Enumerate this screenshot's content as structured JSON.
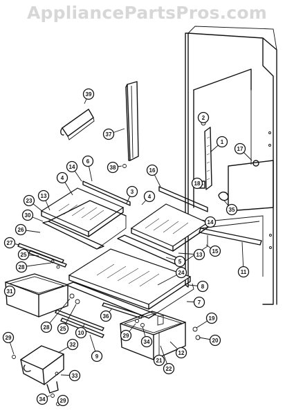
{
  "watermark": "AppliancePartsPros.com",
  "callouts": [
    {
      "n": "39"
    },
    {
      "n": "37"
    },
    {
      "n": "38"
    },
    {
      "n": "6"
    },
    {
      "n": "14"
    },
    {
      "n": "4"
    },
    {
      "n": "3"
    },
    {
      "n": "13"
    },
    {
      "n": "23"
    },
    {
      "n": "30"
    },
    {
      "n": "26"
    },
    {
      "n": "27"
    },
    {
      "n": "25"
    },
    {
      "n": "28"
    },
    {
      "n": "16"
    },
    {
      "n": "4"
    },
    {
      "n": "14"
    },
    {
      "n": "13"
    },
    {
      "n": "15"
    },
    {
      "n": "5"
    },
    {
      "n": "11"
    },
    {
      "n": "17"
    },
    {
      "n": "2"
    },
    {
      "n": "1"
    },
    {
      "n": "18"
    },
    {
      "n": "35"
    },
    {
      "n": "24"
    },
    {
      "n": "8"
    },
    {
      "n": "7"
    },
    {
      "n": "36"
    },
    {
      "n": "31"
    },
    {
      "n": "28"
    },
    {
      "n": "25"
    },
    {
      "n": "10"
    },
    {
      "n": "9"
    },
    {
      "n": "29"
    },
    {
      "n": "34"
    },
    {
      "n": "21"
    },
    {
      "n": "22"
    },
    {
      "n": "12"
    },
    {
      "n": "19"
    },
    {
      "n": "20"
    },
    {
      "n": "29"
    },
    {
      "n": "32"
    },
    {
      "n": "33"
    },
    {
      "n": "34"
    },
    {
      "n": "29"
    }
  ]
}
